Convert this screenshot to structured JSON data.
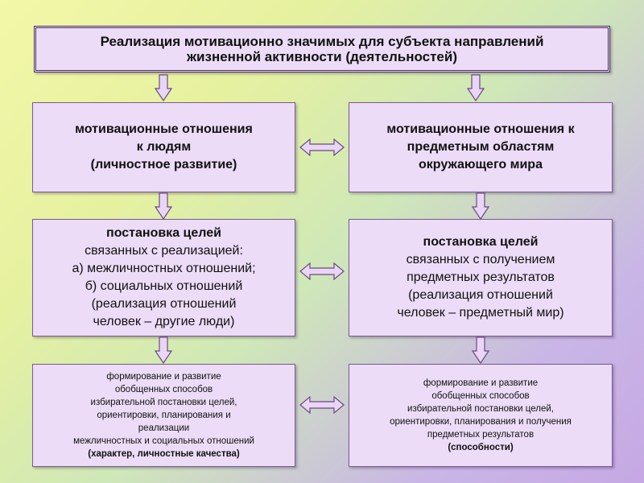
{
  "title": {
    "lines": [
      "Реализация мотивационно значимых для субъекта направлений",
      "жизненной активности (деятельностей)"
    ]
  },
  "left": {
    "relations": [
      "мотивационные отношения",
      "к людям",
      "(личностное развитие)"
    ],
    "goals": [
      "постановка целей",
      "связанных с реализацией:",
      "а) межличностных отношений;",
      "б) социальных отношений",
      "(реализация отношений",
      "человек – другие люди)"
    ],
    "skills": [
      "формирование и развитие",
      "обобщенных способов",
      "избирательной постановки целей,",
      "ориентировки, планирования и",
      "реализации",
      "межличностных и социальных отношений",
      "(характер, личностные качества)"
    ]
  },
  "right": {
    "relations": [
      "мотивационные отношения к",
      "предметным областям",
      "окружающего мира"
    ],
    "goals": [
      "постановка целей",
      "связанных с получением",
      "предметных результатов",
      "(реализация отношений",
      "человек – предметный мир)"
    ],
    "skills": [
      "формирование и развитие",
      "обобщенных способов",
      "избирательной постановки целей,",
      "ориентировки, планирования и получения",
      "предметных результатов",
      "(способности)"
    ]
  },
  "colors": {
    "box_fill": "#ecdcf7",
    "box_border": "#7a5c8e",
    "arrow_fill": "#e9d5f5",
    "arrow_stroke": "#6b4a80"
  }
}
